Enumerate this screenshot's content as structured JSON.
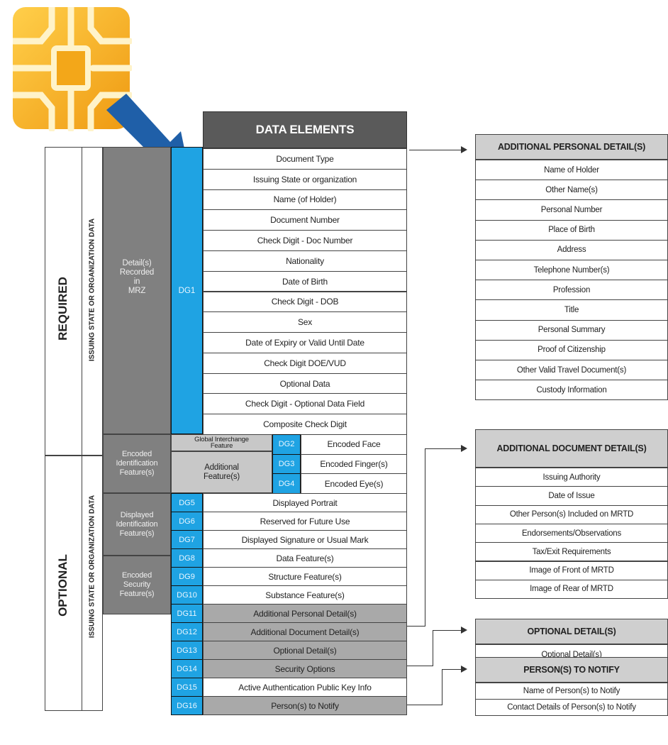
{
  "colors": {
    "dg_blue": "#1fa3e3",
    "group_gray": "#808080",
    "header_dark": "#5a5a5a",
    "chip_gold": "#f2a51a",
    "arrow_blue": "#1f5fa8"
  },
  "icons": {
    "chip": "smart-chip-icon",
    "arrow": "down-right-arrow-icon"
  },
  "left": {
    "required": "REQUIRED",
    "optional": "OPTIONAL",
    "issuing_required": "ISSUING STATE OR ORGANIZATION DATA",
    "issuing_optional": "ISSUING STATE OR ORGANIZATION DATA"
  },
  "groups": {
    "mrz": "Detail(s)\nRecorded\nin\nMRZ",
    "encoded_id": "Encoded\nIdentification\nFeature(s)",
    "displayed_id": "Displayed\nIdentification\nFeature(s)",
    "encoded_sec": "Encoded\nSecurity\nFeature(s)"
  },
  "header": "DATA ELEMENTS",
  "dg1_label": "DG1",
  "mrz_items": [
    "Document Type",
    "Issuing State or organization",
    "Name (of Holder)",
    "Document Number",
    "Check Digit - Doc Number",
    "Nationality",
    "Date of Birth",
    "Check Digit - DOB",
    "Sex",
    "Date of Expiry or Valid Until Date",
    "Check Digit DOE/VUD",
    "Optional Data",
    "Check Digit - Optional Data Field",
    "Composite Check Digit"
  ],
  "global_feature": "Global Interchange\nFeature",
  "additional_features": "Additional\nFeature(s)",
  "dg_rows_encoded": [
    {
      "dg": "DG2",
      "label": "Encoded Face"
    },
    {
      "dg": "DG3",
      "label": "Encoded Finger(s)"
    },
    {
      "dg": "DG4",
      "label": "Encoded Eye(s)"
    }
  ],
  "dg_rows_lower": [
    {
      "dg": "DG5",
      "label": "Displayed Portrait"
    },
    {
      "dg": "DG6",
      "label": "Reserved for Future Use"
    },
    {
      "dg": "DG7",
      "label": "Displayed Signature or Usual Mark"
    },
    {
      "dg": "DG8",
      "label": "Data Feature(s)"
    },
    {
      "dg": "DG9",
      "label": "Structure Feature(s)"
    },
    {
      "dg": "DG10",
      "label": "Substance Feature(s)"
    },
    {
      "dg": "DG11",
      "label": "Additional Personal Detail(s)"
    },
    {
      "dg": "DG12",
      "label": "Additional Document Detail(s)"
    },
    {
      "dg": "DG13",
      "label": "Optional Detail(s)"
    },
    {
      "dg": "DG14",
      "label": "Security Options"
    },
    {
      "dg": "DG15",
      "label": "Active Authentication Public Key Info"
    },
    {
      "dg": "DG16",
      "label": "Person(s) to Notify"
    }
  ],
  "panels": {
    "personal": {
      "title": "ADDITIONAL PERSONAL DETAIL(S)",
      "items": [
        "Name of Holder",
        "Other Name(s)",
        "Personal Number",
        "Place of Birth",
        "Address",
        "Telephone Number(s)",
        "Profession",
        "Title",
        "Personal Summary",
        "Proof of Citizenship",
        "Other Valid Travel Document(s)",
        "Custody Information"
      ]
    },
    "document": {
      "title": "ADDITIONAL DOCUMENT DETAIL(S)",
      "items": [
        "Issuing Authority",
        "Date of Issue",
        "Other Person(s) Included on MRTD",
        "Endorsements/Observations",
        "Tax/Exit Requirements",
        "Image of Front of MRTD",
        "Image of Rear of MRTD"
      ]
    },
    "optional": {
      "title": "OPTIONAL DETAIL(S)",
      "items": [
        "Optional Detail(s)"
      ]
    },
    "notify": {
      "title": "PERSON(S) TO NOTIFY",
      "items": [
        "Name of Person(s) to Notify",
        "Contact Details of Person(s) to Notify"
      ]
    }
  }
}
